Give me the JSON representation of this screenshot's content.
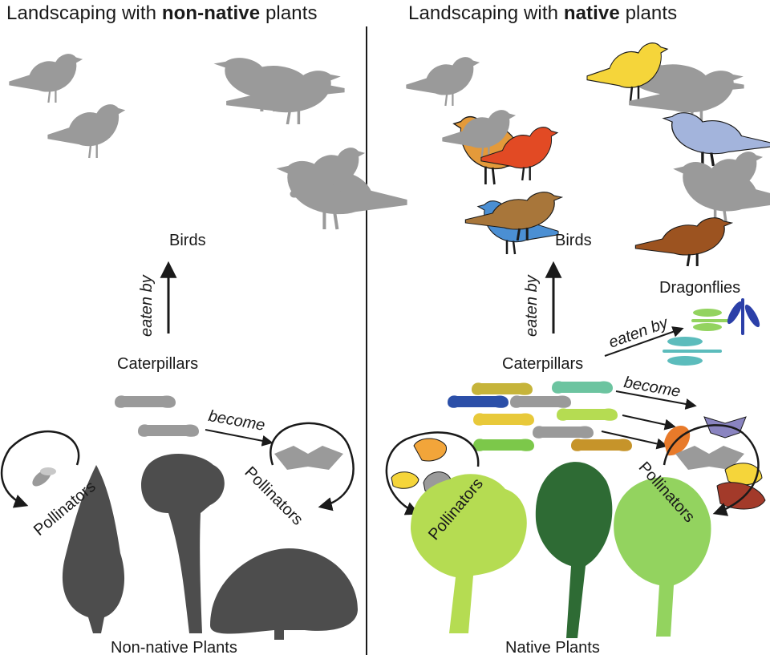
{
  "left": {
    "title_pre": "Landscaping with ",
    "title_bold": "non-native",
    "title_post": " plants",
    "birds_label": "Birds",
    "eaten_by_label": "eaten by",
    "caterpillars_label": "Caterpillars",
    "become_label": "become",
    "pollinators_label_a": "Pollinators",
    "pollinators_label_b": "Pollinators",
    "plants_label": "Non-native Plants"
  },
  "right": {
    "title_pre": "Landscaping with ",
    "title_bold": "native",
    "title_post": " plants",
    "birds_label": "Birds",
    "eaten_by_label": "eaten by",
    "dragonflies_label": "Dragonflies",
    "eaten_by_label_2": "eaten by",
    "caterpillars_label": "Caterpillars",
    "become_label": "become",
    "pollinators_label_a": "Pollinators",
    "pollinators_label_b": "Pollinators",
    "plants_label": "Native Plants"
  },
  "colors": {
    "gray_silhouette": "#9a9a9a",
    "dark_tree": "#4d4d4d",
    "bird_yellow": "#f5d53a",
    "bird_orange": "#e49a3a",
    "bird_red": "#e24a24",
    "bird_lavender": "#a3b4dc",
    "bird_blue": "#4b8fd3",
    "bird_brown": "#a8763a",
    "bird_rust": "#9c5320",
    "tree_lime": "#b5dc52",
    "tree_dark_green": "#2e6b34",
    "tree_green": "#93d35f"
  }
}
